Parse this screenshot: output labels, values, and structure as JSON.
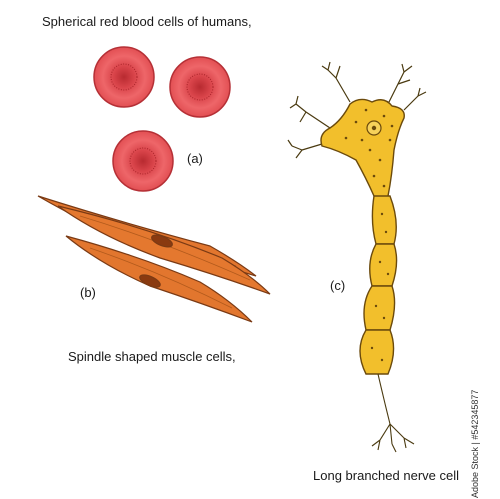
{
  "labels": {
    "rbc": "Spherical red blood cells of humans,",
    "tag_a": "(a)",
    "tag_b": "(b)",
    "muscle": "Spindle shaped muscle cells,",
    "tag_c": "(c)",
    "nerve": "Long branched nerve cell"
  },
  "stock_id": "Adobe Stock | #542345877",
  "colors": {
    "rbc_fill": "#e8575a",
    "rbc_center": "#c42c32",
    "muscle_fill": "#e2762e",
    "muscle_outline": "#7a3a14",
    "nerve_fill": "#f2bf2c",
    "nerve_outline": "#6b4a0c",
    "ink": "#1a1a1a"
  }
}
